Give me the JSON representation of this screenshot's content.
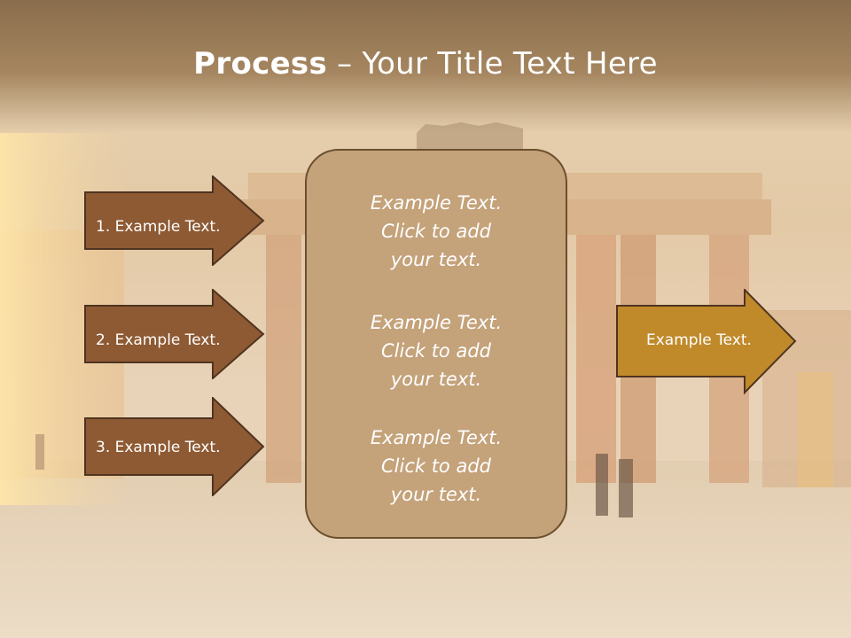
{
  "title": {
    "bold_part": "Process",
    "rest": " – Your Title Text Here"
  },
  "left_arrows": [
    {
      "label": "1. Example Text."
    },
    {
      "label": "2. Example Text."
    },
    {
      "label": "3. Example Text."
    }
  ],
  "center_texts": [
    {
      "text": "Example Text.\nClick  to add\nyour text."
    },
    {
      "text": "Example Text.\nClick  to add\nyour text."
    },
    {
      "text": "Example Text.\nClick  to add\nyour text."
    }
  ],
  "right_arrow": {
    "label": "Example Text."
  },
  "colors": {
    "title_band": "#a58660",
    "left_arrow_fill": "#8e5a33",
    "arrow_border": "#4f3420",
    "center_box_fill": "#c4a27a",
    "right_arrow_fill": "#c08a2a"
  }
}
